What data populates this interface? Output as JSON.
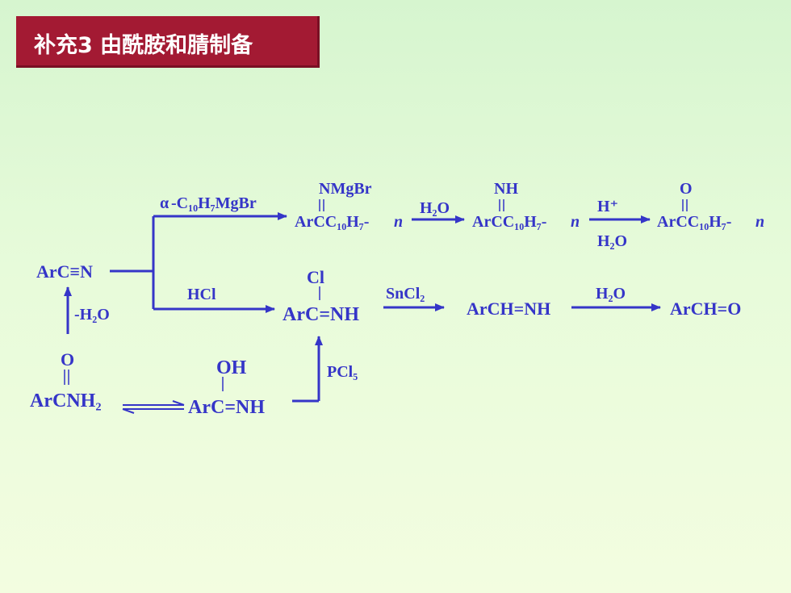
{
  "title": "补充3  由酰胺和腈制备",
  "colors": {
    "ink": "#3535c8",
    "titleBg": "#a31a33"
  },
  "labels": {
    "arcn": "ArC≡N",
    "grignard_alpha": "α",
    "grignard_reagent": "-C₁₀H₇MgBr",
    "nmgbr": "NMgBr",
    "arcc_1": "ArCC₁₀H₇-",
    "h2o_1": "H₂O",
    "nh": "NH",
    "arcc_2": "ArCC₁₀H₇-",
    "hplus": "H⁺",
    "h2o_2": "H₂O",
    "o_top": "O",
    "arcc_3": "ArCC₁₀H₇-",
    "n_italic": "n",
    "hcl": "HCl",
    "cl": "Cl",
    "arc_nh": "ArC=NH",
    "sncl2": "SnCl₂",
    "arch_nh": "ArCH=NH",
    "h2o_3": "H₂O",
    "arch_o": "ArCH=O",
    "minus_h2o": "-H₂O",
    "o_amide": "O",
    "arcnh2": "ArCNH₂",
    "oh": "OH",
    "arc_nh_2": "ArC=NH",
    "pcl5": "PCl₅"
  }
}
